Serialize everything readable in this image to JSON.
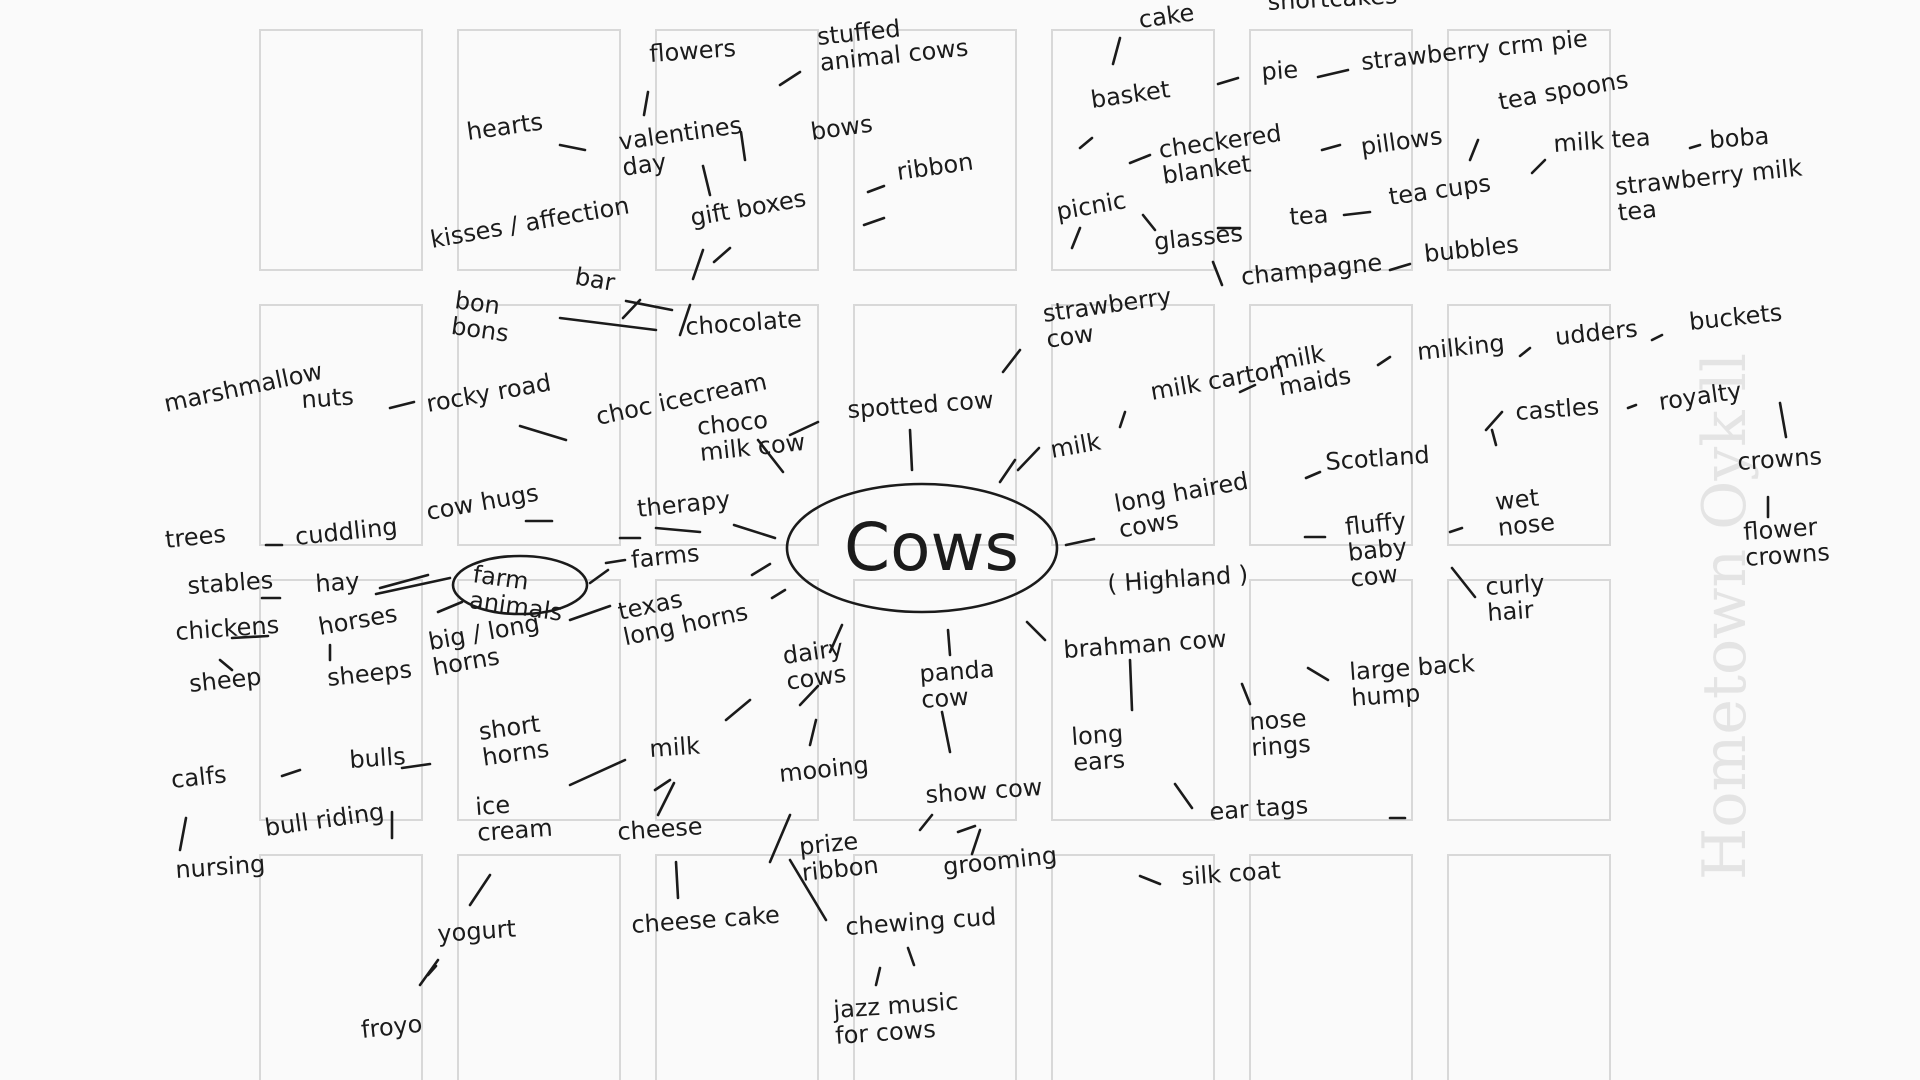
{
  "center": "Cows",
  "background_watermark": "Hometown Oyk ll",
  "nodes": {
    "flowers": "flowers",
    "stuffed_animal_cows": "stuffed\nanimal cows",
    "cake": "cake",
    "shortcakes": "shortcakes",
    "hearts": "hearts",
    "valentines_day": "valentines\nday",
    "bows": "bows",
    "basket": "basket",
    "pie": "pie",
    "strawberry_crm_pie": "strawberry crm pie",
    "tea_spoons": "tea spoons",
    "kisses_affection": "kisses / affection",
    "gift_boxes": "gift boxes",
    "ribbon": "ribbon",
    "picnic": "picnic",
    "checkered_blanket": "checkered\nblanket",
    "pillows": "pillows",
    "milk_tea": "milk tea",
    "boba": "boba",
    "strawberry_milk_tea": "strawberry milk\ntea",
    "glasses": "glasses",
    "tea": "tea",
    "tea_cups": "tea cups",
    "champagne": "champagne",
    "bubbles": "bubbles",
    "bar": "bar",
    "bon_bons": "bon\nbons",
    "chocolate": "chocolate",
    "strawberry_cow": "strawberry\ncow",
    "marshmallow": "marshmallow",
    "nuts": "nuts",
    "rocky_road": "rocky road",
    "choc_icecream": "choc icecream",
    "choco_milk_cow": "choco\nmilk cow",
    "spotted_cow": "spotted cow",
    "milk_carton": "milk carton",
    "milk_maids": "milk\nmaids",
    "milking": "milking",
    "udders": "udders",
    "buckets": "buckets",
    "milk_top": "milk",
    "castles": "castles",
    "royalty": "royalty",
    "crowns": "crowns",
    "flower_crowns": "flower\ncrowns",
    "scotland": "Scotland",
    "trees": "trees",
    "cuddling": "cuddling",
    "cow_hugs": "cow hugs",
    "therapy": "therapy",
    "long_haired_cows": "long haired\ncows",
    "fluffy_baby_cow": "fluffy\nbaby\ncow",
    "wet_nose": "wet\nnose",
    "highland": "( Highland )",
    "curly_hair": "curly\nhair",
    "stables": "stables",
    "hay": "hay",
    "farm_animals": "farm\nanimals",
    "farms": "farms",
    "chickens": "chickens",
    "horses": "horses",
    "texas_long_horns": "texas\nlong horns",
    "sheep": "sheep",
    "sheeps": "sheeps",
    "big_long_horns": "big / long\nhorns",
    "dairy_cows": "dairy\ncows",
    "panda_cow": "panda\ncow",
    "brahman_cow": "brahman cow",
    "large_back_hump": "large back\nhump",
    "long_ears": "long\nears",
    "nose_rings": "nose\nrings",
    "calfs": "calfs",
    "bulls": "bulls",
    "short_horns": "short\nhorns",
    "milk": "milk",
    "mooing": "mooing",
    "show_cow": "show cow",
    "ear_tags": "ear tags",
    "nursing": "nursing",
    "bull_riding": "bull riding",
    "ice_cream": "ice\ncream",
    "cheese": "cheese",
    "prize_ribbon": "prize\nribbon",
    "grooming": "grooming",
    "silk_coat": "silk coat",
    "yogurt": "yogurt",
    "cheese_cake": "cheese cake",
    "chewing_cud": "chewing cud",
    "froyo": "froyo",
    "jazz_music": "jazz music\nfor cows"
  }
}
